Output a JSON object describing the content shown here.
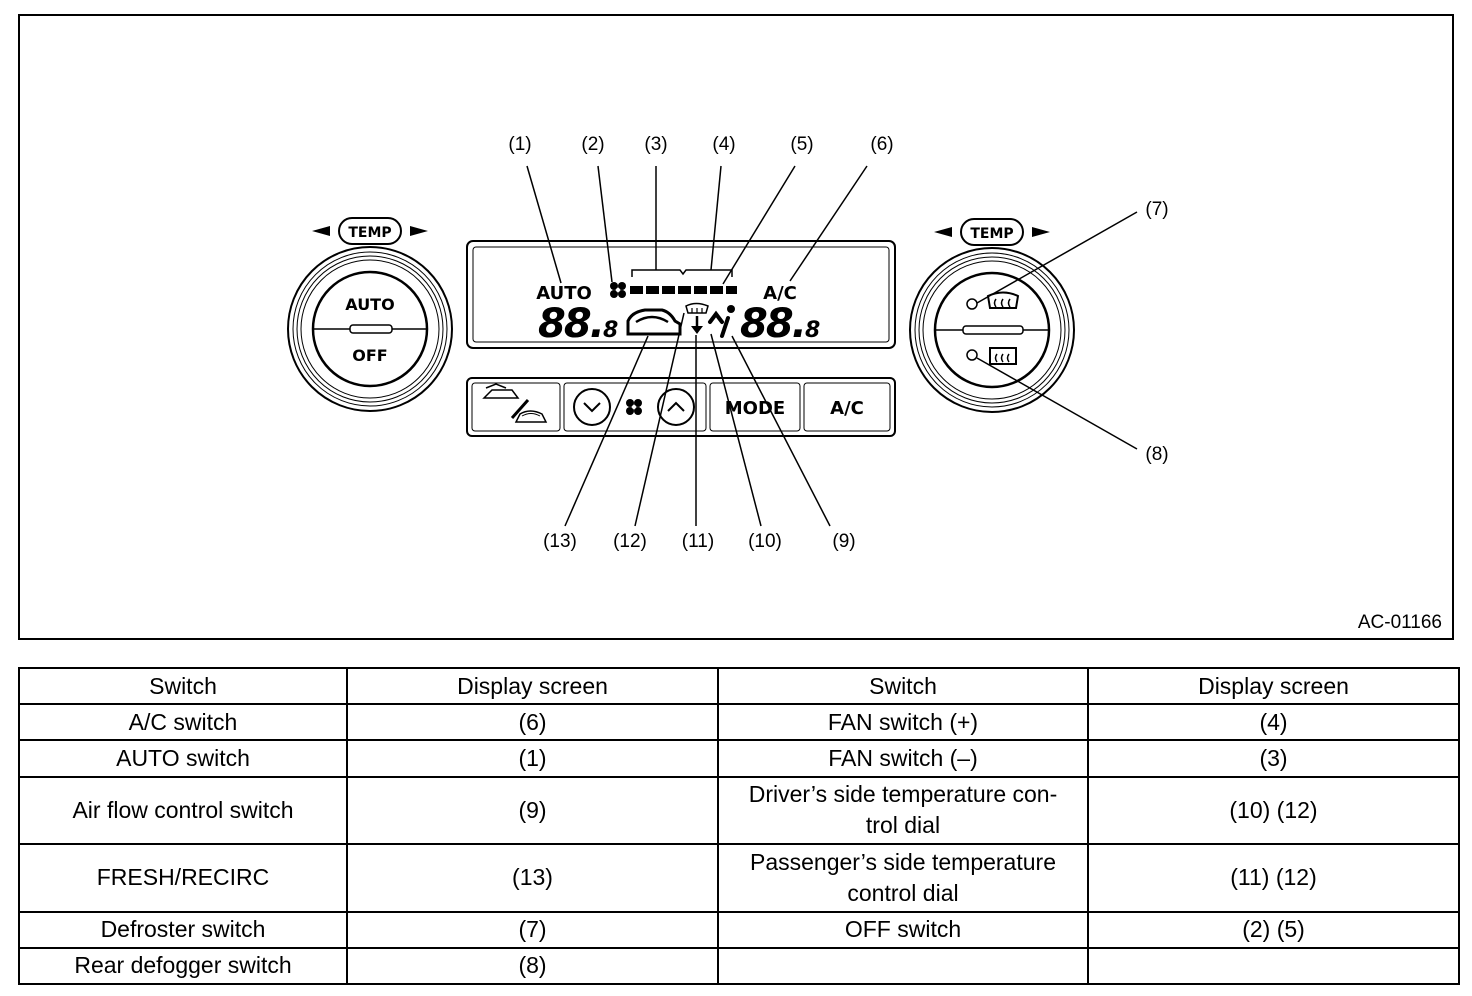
{
  "figure": {
    "code": "AC-01166",
    "left_knob": {
      "temp_label": "TEMP",
      "top_label": "AUTO",
      "bottom_label": "OFF"
    },
    "right_knob": {
      "temp_label": "TEMP"
    },
    "display": {
      "auto_label": "AUTO",
      "ac_label": "A/C",
      "left_temp": "88.",
      "left_temp_decimal": "8",
      "right_temp": "88.",
      "right_temp_decimal": "8"
    },
    "buttons": {
      "mode_label": "MODE",
      "ac_label": "A/C"
    },
    "callouts": [
      "(1)",
      "(2)",
      "(3)",
      "(4)",
      "(5)",
      "(6)",
      "(7)",
      "(8)",
      "(9)",
      "(10)",
      "(11)",
      "(12)",
      "(13)"
    ]
  },
  "table": {
    "headers": [
      "Switch",
      "Display screen",
      "Switch",
      "Display screen"
    ],
    "rows": [
      [
        "A/C switch",
        "(6)",
        "FAN switch (+)",
        "(4)"
      ],
      [
        "AUTO switch",
        "(1)",
        "FAN switch (–)",
        "(3)"
      ],
      [
        "Air flow control switch",
        "(9)",
        "Driver’s side temperature con-\ntrol dial",
        "(10) (12)"
      ],
      [
        "FRESH/RECIRC",
        "(13)",
        "Passenger’s side temperature\ncontrol dial",
        "(11) (12)"
      ],
      [
        "Defroster switch",
        "(7)",
        "OFF switch",
        "(2) (5)"
      ],
      [
        "Rear defogger switch",
        "(8)",
        "",
        ""
      ]
    ]
  }
}
